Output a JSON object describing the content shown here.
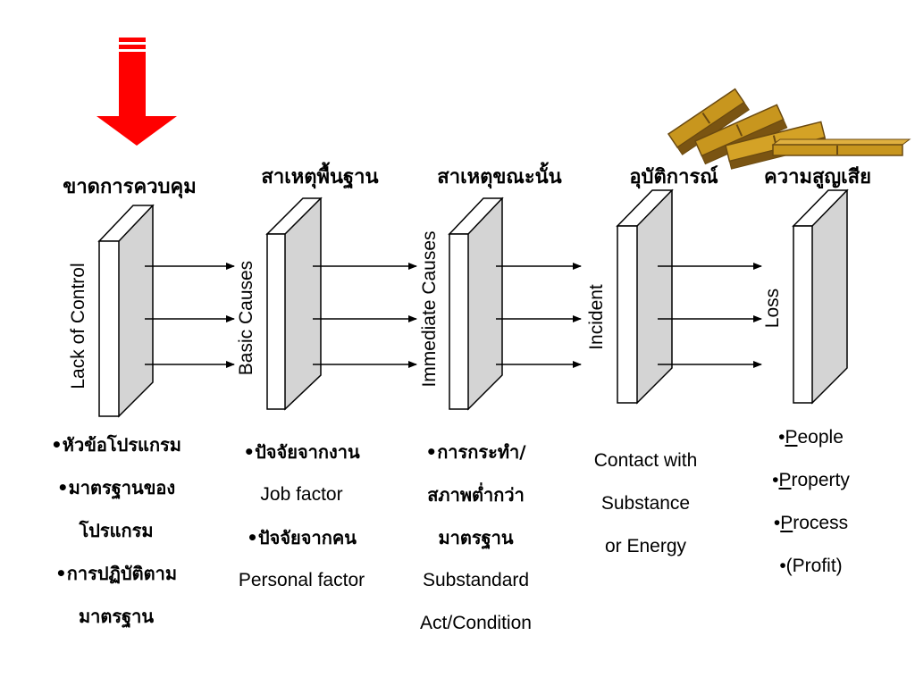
{
  "stages": [
    {
      "heading": "ขาดการควบคุม",
      "label": "Lack of Control"
    },
    {
      "heading": "สาเหตุพื้นฐาน",
      "label": "Basic Causes"
    },
    {
      "heading": "สาเหตุขณะนั้น",
      "label": "Immediate Causes"
    },
    {
      "heading": "อุบัติการณ์",
      "label": "Incident"
    },
    {
      "heading": "ความสูญเสีย",
      "label": "Loss"
    }
  ],
  "details": {
    "control": [
      "•หัวข้อโปรแกรม",
      "•มาตรฐานของ",
      "โปรแกรม",
      "•การปฏิบัติตาม",
      "มาตรฐาน"
    ],
    "basic": [
      "•ปัจจัยจากงาน",
      "Job factor",
      "•ปัจจัยจากคน",
      "Personal factor"
    ],
    "immediate": [
      "•การกระทำ/",
      "สภาพต่ำกว่า",
      "มาตรฐาน",
      "Substandard",
      "Act/Condition"
    ],
    "incident": [
      "Contact with",
      "Substance",
      "or Energy"
    ],
    "loss": [
      {
        "bullet": "•",
        "initial": "P",
        "rest": "eople"
      },
      {
        "bullet": "•",
        "initial": "P",
        "rest": "roperty"
      },
      {
        "bullet": "•",
        "initial": "P",
        "rest": "rocess"
      },
      {
        "bullet": "•",
        "initial": "",
        "rest": "(Profit)"
      }
    ]
  },
  "colors": {
    "arrow_red": "#ff0000",
    "panel_side": "#d4d4d4",
    "panel_front": "#ffffff",
    "domino_gold": "#c8961e",
    "domino_dark": "#6b4a10"
  }
}
